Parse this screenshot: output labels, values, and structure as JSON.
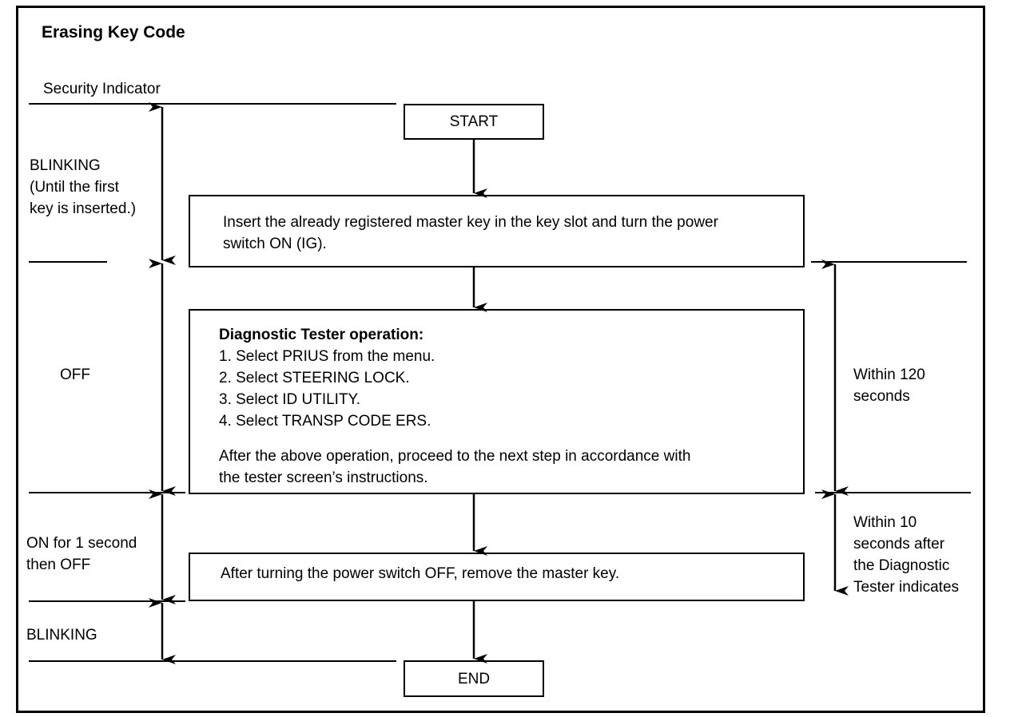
{
  "title": "Erasing Key Code",
  "left_column": {
    "header": "Security Indicator",
    "states": [
      [
        "BLINKING",
        "(Until the first",
        "key is inserted.)"
      ],
      [
        "OFF"
      ],
      [
        "ON for 1 second",
        "then OFF"
      ],
      [
        "BLINKING"
      ]
    ]
  },
  "flow": {
    "start": "START",
    "step1": [
      "Insert the already registered master key in the key slot and turn the power",
      "switch ON (IG)."
    ],
    "step2": {
      "heading": "Diagnostic Tester operation:",
      "items": [
        "1.  Select PRIUS from the menu.",
        "2.  Select STEERING LOCK.",
        "3.  Select ID UTILITY.",
        "4.  Select TRANSP CODE ERS."
      ],
      "note": [
        "After the above operation, proceed to the next step in accordance with",
        "the tester screen’s instructions."
      ]
    },
    "step3": "After turning the power switch OFF, remove the master key.",
    "end": "END"
  },
  "right_column": {
    "timing1": [
      "Within 120",
      "seconds"
    ],
    "timing2": [
      "Within 10",
      "seconds after",
      "the Diagnostic",
      "Tester indicates"
    ]
  }
}
